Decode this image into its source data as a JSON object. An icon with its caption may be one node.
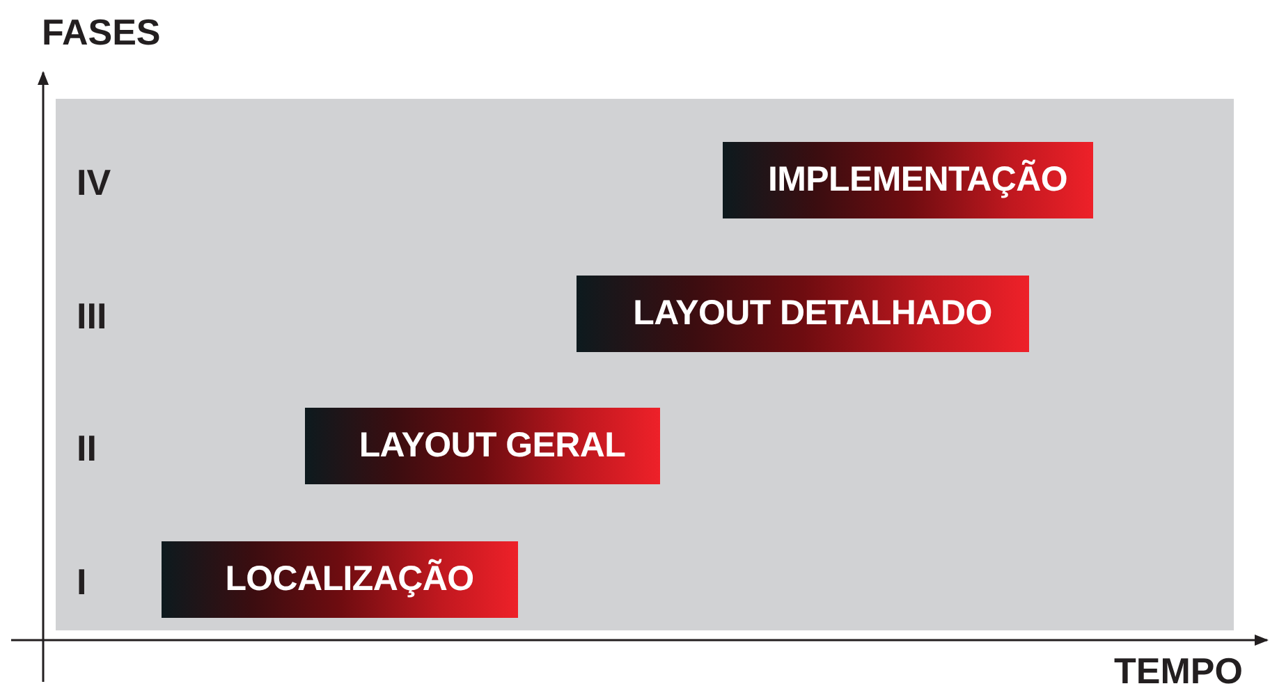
{
  "diagram": {
    "nodes": [
      {
        "text": [
          "IMPLEMENTAÇÃO"
        ]
      },
      {
        "text": [
          "LAYOUT DETALHADO"
        ]
      },
      {
        "text": [
          "LAYOUT GERAL"
        ]
      },
      {
        "text": [
          "LOCALIZAÇÃO"
        ]
      }
    ],
    "labels": [
      "FASES",
      "IV",
      "III",
      "II",
      "I",
      "TEMPO"
    ]
  }
}
